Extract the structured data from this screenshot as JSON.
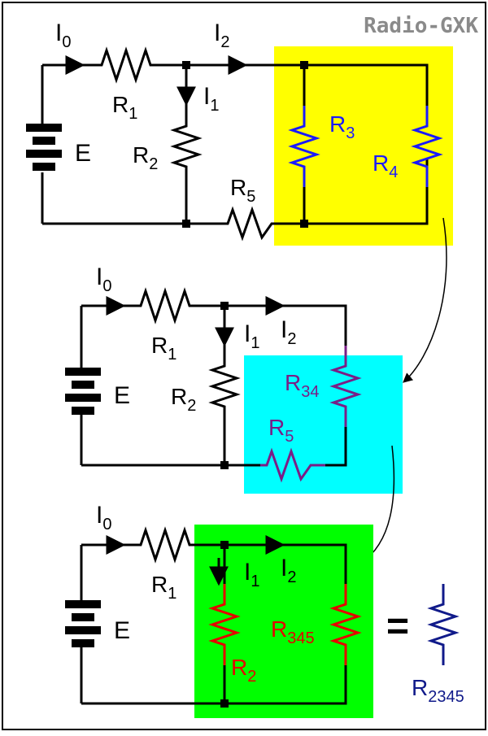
{
  "watermark": "Radio-GXK",
  "colors": {
    "yellow": "#ffff00",
    "cyan": "#00ffff",
    "green": "#00ff00",
    "r34_purple": "#7a1e86",
    "red": "#e60000",
    "blue": "#1a1aff",
    "navy": "#101a8a"
  },
  "circuit1": {
    "battery": "E",
    "r1": [
      "R",
      "1"
    ],
    "r2": [
      "R",
      "2"
    ],
    "r3": [
      "R",
      "3"
    ],
    "r4": [
      "R",
      "4"
    ],
    "r5": [
      "R",
      "5"
    ],
    "i0": [
      "I",
      "0"
    ],
    "i1": [
      "I",
      "1"
    ],
    "i2": [
      "I",
      "2"
    ]
  },
  "circuit2": {
    "battery": "E",
    "r1": [
      "R",
      "1"
    ],
    "r2": [
      "R",
      "2"
    ],
    "r34": [
      "R",
      "34"
    ],
    "r5": [
      "R",
      "5"
    ],
    "i0": [
      "I",
      "0"
    ],
    "i1": [
      "I",
      "1"
    ],
    "i2": [
      "I",
      "2"
    ]
  },
  "circuit3": {
    "battery": "E",
    "r1": [
      "R",
      "1"
    ],
    "r2": [
      "R",
      "2"
    ],
    "r345": [
      "R",
      "345"
    ],
    "i0": [
      "I",
      "0"
    ],
    "i1": [
      "I",
      "1"
    ],
    "i2": [
      "I",
      "2"
    ]
  },
  "equivalent": {
    "equals": "=",
    "label": [
      "R",
      "2345"
    ]
  }
}
